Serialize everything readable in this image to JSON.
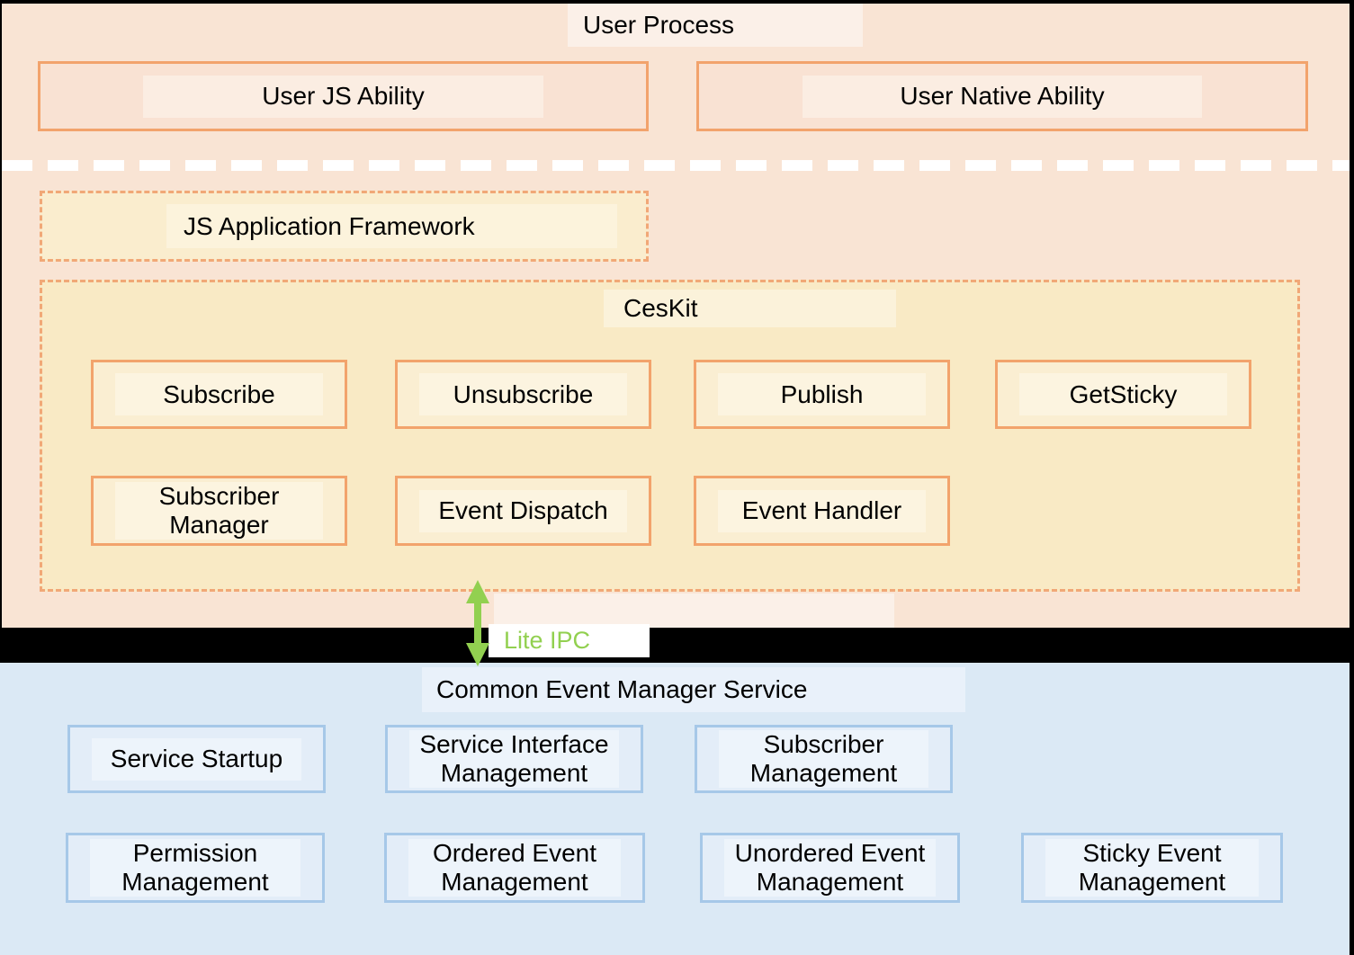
{
  "diagram": {
    "user_process": {
      "title": "User Process",
      "user_js_ability": "User JS Ability",
      "user_native_ability": "User Native Ability"
    },
    "js_application_framework": {
      "title": "JS Application Framework"
    },
    "ceskit": {
      "title": "CesKit",
      "functions": [
        "Subscribe",
        "Unsubscribe",
        "Publish",
        "GetSticky"
      ],
      "modules": [
        {
          "line1": "Subscriber",
          "line2": "Manager"
        },
        {
          "line1": "Event Dispatch"
        },
        {
          "line1": "Event Handler"
        }
      ]
    },
    "connector": {
      "label": "Lite IPC"
    },
    "common_event_manager_service": {
      "title": "Common Event Manager Service",
      "row1": [
        {
          "line1": "Service Startup"
        },
        {
          "line1": "Service Interface",
          "line2": "Management"
        },
        {
          "line1": "Subscriber",
          "line2": "Management"
        }
      ],
      "row2": [
        {
          "line1": "Permission",
          "line2": "Management"
        },
        {
          "line1": "Ordered Event",
          "line2": "Management"
        },
        {
          "line1": "Unordered Event",
          "line2": "Management"
        },
        {
          "line1": "Sticky Event",
          "line2": "Management"
        }
      ]
    },
    "colors": {
      "peach_background": "#F9E4D4",
      "orange_border": "#F2A36C",
      "orange_dashed_border": "#F1A877",
      "ceskit_background": "#F9EAC5",
      "divider_black": "#000000",
      "blue_background": "#DBE9F5",
      "blue_border": "#A6C8E8",
      "green_accent": "#92D050",
      "white_dash_separator": "#FFFFFF"
    }
  }
}
